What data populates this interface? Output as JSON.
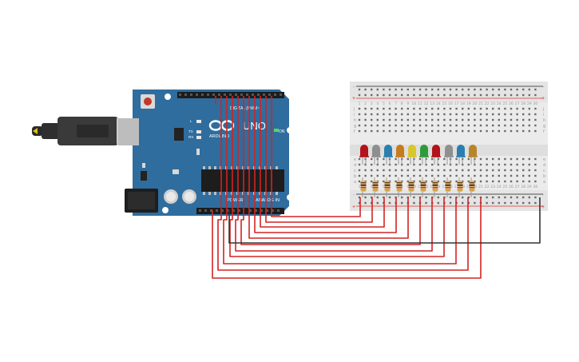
{
  "board": {
    "name": "UNO",
    "brand": "ARDUINO",
    "digital_label": "DIGITAL (PWM~)",
    "power_label": "POWER",
    "analog_label": "ANALOG IN",
    "on_label": "ON",
    "tx_label": "TX",
    "rx_label": "RX",
    "l_label": "L",
    "color": "#2f6d9e"
  },
  "breadboard": {
    "row_letters_top": [
      "j",
      "i",
      "h",
      "g",
      "f"
    ],
    "row_letters_bottom": [
      "e",
      "d",
      "c",
      "b",
      "a"
    ],
    "rail_minus": "-",
    "rail_plus": "+",
    "columns": 30
  },
  "leds": [
    {
      "color": "red",
      "hex": "#b3131b"
    },
    {
      "color": "gray",
      "hex": "#8f8f8f"
    },
    {
      "color": "blue",
      "hex": "#2a7fb0"
    },
    {
      "color": "orange",
      "hex": "#c77b1d"
    },
    {
      "color": "yellow",
      "hex": "#d8c72b"
    },
    {
      "color": "green",
      "hex": "#2e9b3a"
    },
    {
      "color": "red",
      "hex": "#b3131b"
    },
    {
      "color": "gray",
      "hex": "#8f8f8f"
    },
    {
      "color": "blue",
      "hex": "#2a7fb0"
    },
    {
      "color": "orange",
      "hex": "#b8862a"
    }
  ],
  "wire_colors": {
    "signal": "#d32323",
    "ground": "#333333"
  }
}
